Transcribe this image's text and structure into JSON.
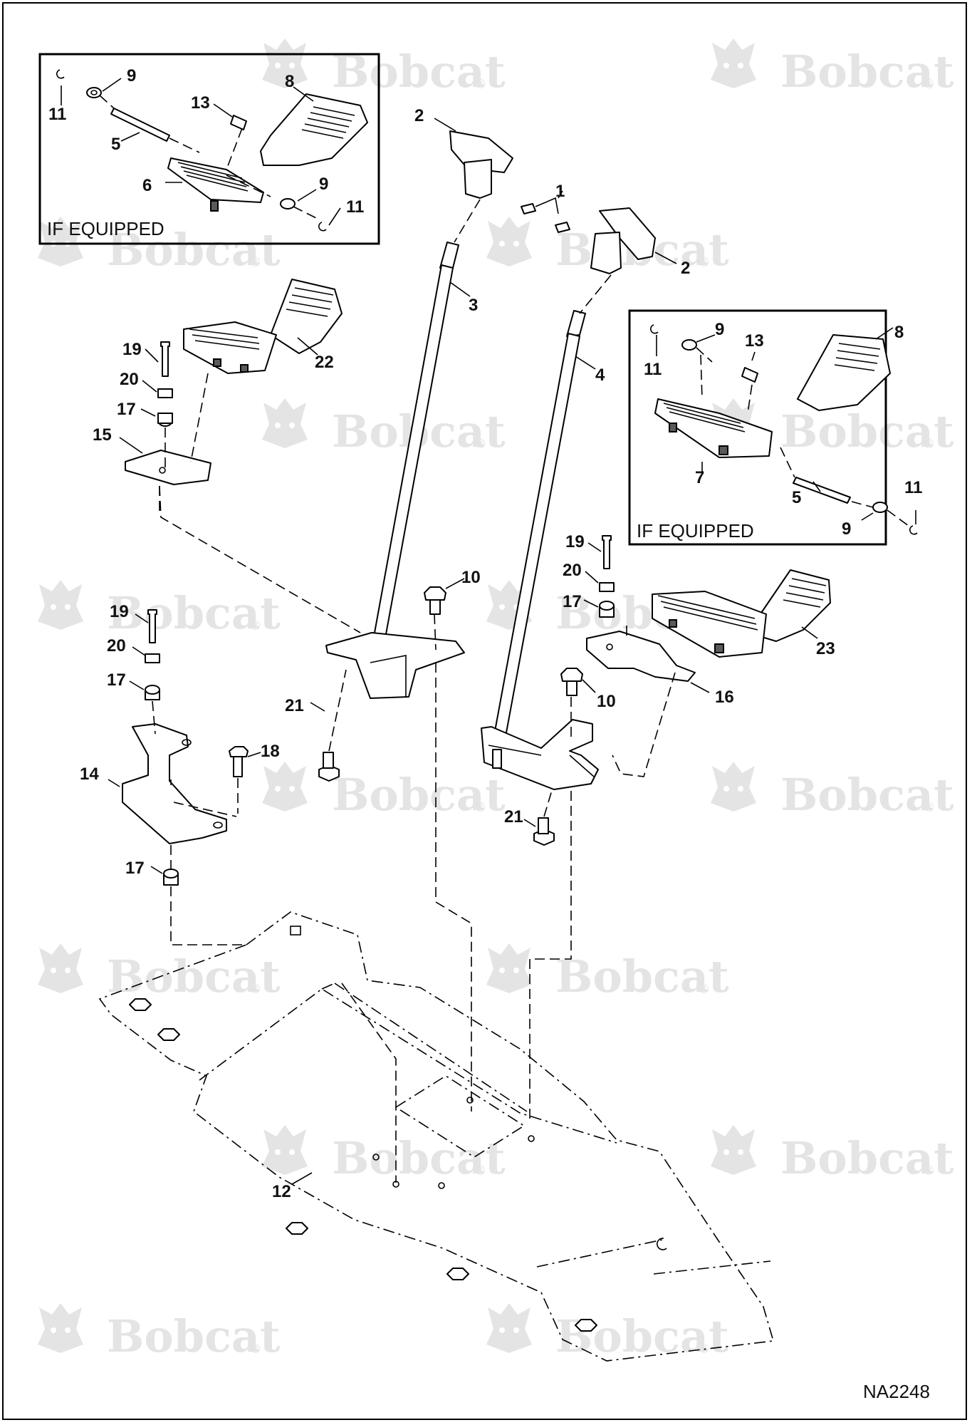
{
  "drawing": {
    "id": "NA2248",
    "watermark": "Bobcat",
    "watermark_reg": "®"
  },
  "insets": [
    {
      "note": "IF EQUIPPED"
    },
    {
      "note": "IF EQUIPPED"
    }
  ],
  "callouts": {
    "c1": "1",
    "c2a": "2",
    "c2b": "2",
    "c3": "3",
    "c4": "4",
    "c5a": "5",
    "c5b": "5",
    "c6": "6",
    "c7": "7",
    "c8a": "8",
    "c8b": "8",
    "c9a": "9",
    "c9b": "9",
    "c9c": "9",
    "c9d": "9",
    "c10a": "10",
    "c10b": "10",
    "c11a": "11",
    "c11b": "11",
    "c11c": "11",
    "c11d": "11",
    "c12": "12",
    "c13a": "13",
    "c13b": "13",
    "c14": "14",
    "c15": "15",
    "c16": "16",
    "c17a": "17",
    "c17b": "17",
    "c17c": "17",
    "c17d": "17",
    "c18": "18",
    "c19a": "19",
    "c19b": "19",
    "c19c": "19",
    "c20a": "20",
    "c20b": "20",
    "c20c": "20",
    "c21a": "21",
    "c21b": "21",
    "c22": "22",
    "c23": "23"
  }
}
